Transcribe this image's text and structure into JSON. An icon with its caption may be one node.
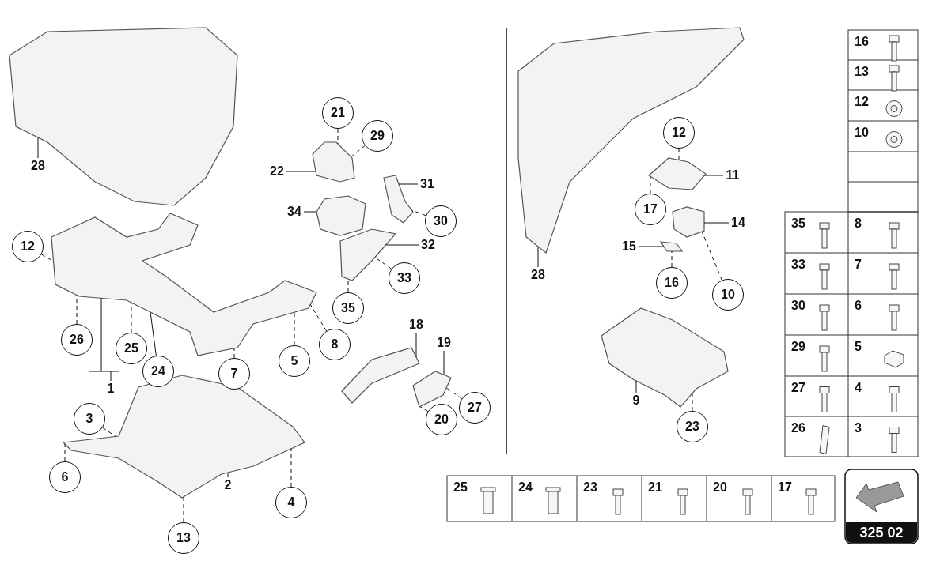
{
  "diagram": {
    "nodes": [
      {
        "text": [
          "28"
        ]
      },
      {
        "text": [
          "21"
        ]
      },
      {
        "text": [
          "29"
        ]
      },
      {
        "text": [
          "22"
        ]
      },
      {
        "text": [
          "31"
        ]
      },
      {
        "text": [
          "34"
        ]
      },
      {
        "text": [
          "30"
        ]
      },
      {
        "text": [
          "12"
        ]
      },
      {
        "text": [
          "32"
        ]
      },
      {
        "text": [
          "33"
        ]
      },
      {
        "text": [
          "35"
        ]
      },
      {
        "text": [
          "26"
        ]
      },
      {
        "text": [
          "25"
        ]
      },
      {
        "text": [
          "24"
        ]
      },
      {
        "text": [
          "1"
        ]
      },
      {
        "text": [
          "7"
        ]
      },
      {
        "text": [
          "8"
        ]
      },
      {
        "text": [
          "5"
        ]
      },
      {
        "text": [
          "18"
        ]
      },
      {
        "text": [
          "19"
        ]
      },
      {
        "text": [
          "3"
        ]
      },
      {
        "text": [
          "20"
        ]
      },
      {
        "text": [
          "27"
        ]
      },
      {
        "text": [
          "6"
        ]
      },
      {
        "text": [
          "2"
        ]
      },
      {
        "text": [
          "4"
        ]
      },
      {
        "text": [
          "13"
        ]
      },
      {
        "text": [
          "12"
        ]
      },
      {
        "text": [
          "11"
        ]
      },
      {
        "text": [
          "17"
        ]
      },
      {
        "text": [
          "14"
        ]
      },
      {
        "text": [
          "15"
        ]
      },
      {
        "text": [
          "28"
        ]
      },
      {
        "text": [
          "16"
        ]
      },
      {
        "text": [
          "10"
        ]
      },
      {
        "text": [
          "9"
        ]
      },
      {
        "text": [
          "23"
        ]
      },
      {
        "text": [],
        "shape": "picture"
      },
      {
        "text": [],
        "shape": "picture"
      },
      {
        "text": [],
        "shape": "picture"
      },
      {
        "text": [],
        "shape": "picture"
      },
      {
        "text": [],
        "shape": "picture"
      },
      {
        "text": [],
        "shape": "picture"
      },
      {
        "text": [],
        "shape": "picture"
      },
      {
        "text": [],
        "shape": "picture"
      },
      {
        "text": [],
        "shape": "picture"
      },
      {
        "text": [],
        "shape": "picture"
      },
      {
        "text": [],
        "shape": "picture"
      },
      {
        "text": [],
        "shape": "picture"
      },
      {
        "text": [],
        "shape": "picture"
      },
      {
        "text": [],
        "shape": "picture"
      }
    ],
    "edges": [
      {
        "from": 0,
        "to": 37,
        "arrow": "none"
      },
      {
        "from": 1,
        "to": 40,
        "arrow": "none",
        "style": "dashed"
      },
      {
        "from": 2,
        "to": 40,
        "arrow": "none",
        "style": "dashed"
      },
      {
        "from": 3,
        "to": 40,
        "arrow": "none"
      },
      {
        "from": 4,
        "to": 42,
        "arrow": "none"
      },
      {
        "from": 5,
        "to": 41,
        "arrow": "none"
      },
      {
        "from": 6,
        "to": 42,
        "arrow": "none",
        "style": "dashed"
      },
      {
        "from": 7,
        "to": 38,
        "arrow": "none",
        "style": "dashed"
      },
      {
        "from": 8,
        "to": 43,
        "arrow": "none"
      },
      {
        "from": 9,
        "to": 43,
        "arrow": "none",
        "style": "dashed"
      },
      {
        "from": 10,
        "to": 43,
        "arrow": "none",
        "style": "dashed"
      },
      {
        "from": 11,
        "to": 38,
        "arrow": "none",
        "style": "dashed"
      },
      {
        "from": 12,
        "to": 38,
        "arrow": "none",
        "style": "dashed"
      },
      {
        "from": 13,
        "to": 38,
        "arrow": "none"
      },
      {
        "from": 14,
        "to": 38,
        "arrow": "none"
      },
      {
        "from": 15,
        "to": 38,
        "arrow": "none",
        "style": "dashed"
      },
      {
        "from": 16,
        "to": 38,
        "arrow": "none",
        "style": "dashed"
      },
      {
        "from": 17,
        "to": 38,
        "arrow": "none",
        "style": "dashed"
      },
      {
        "from": 18,
        "to": 44,
        "arrow": "none"
      },
      {
        "from": 19,
        "to": 45,
        "arrow": "none"
      },
      {
        "from": 20,
        "to": 39,
        "arrow": "none",
        "style": "dashed"
      },
      {
        "from": 21,
        "to": 45,
        "arrow": "none",
        "style": "dashed"
      },
      {
        "from": 22,
        "to": 45,
        "arrow": "none",
        "style": "dashed"
      },
      {
        "from": 23,
        "to": 39,
        "arrow": "none",
        "style": "dashed"
      },
      {
        "from": 24,
        "to": 39,
        "arrow": "none"
      },
      {
        "from": 25,
        "to": 39,
        "arrow": "none",
        "style": "dashed"
      },
      {
        "from": 26,
        "to": 39,
        "arrow": "none",
        "style": "dashed"
      },
      {
        "from": 27,
        "to": 47,
        "arrow": "none",
        "style": "dashed"
      },
      {
        "from": 28,
        "to": 47,
        "arrow": "none"
      },
      {
        "from": 29,
        "to": 47,
        "arrow": "none",
        "style": "dashed"
      },
      {
        "from": 30,
        "to": 48,
        "arrow": "none"
      },
      {
        "from": 31,
        "to": 49,
        "arrow": "none"
      },
      {
        "from": 32,
        "to": 46,
        "arrow": "none"
      },
      {
        "from": 33,
        "to": 49,
        "arrow": "none",
        "style": "dashed"
      },
      {
        "from": 34,
        "to": 48,
        "arrow": "none",
        "style": "dashed"
      },
      {
        "from": 35,
        "to": 50,
        "arrow": "none"
      },
      {
        "from": 36,
        "to": 50,
        "arrow": "none",
        "style": "dashed"
      }
    ],
    "labels": [
      "16",
      "13",
      "12",
      "10",
      "35",
      "8",
      "33",
      "7",
      "30",
      "6",
      "29",
      "5",
      "27",
      "4",
      "26",
      "3",
      "25",
      "24",
      "23",
      "21",
      "20",
      "17",
      "325 02"
    ]
  }
}
